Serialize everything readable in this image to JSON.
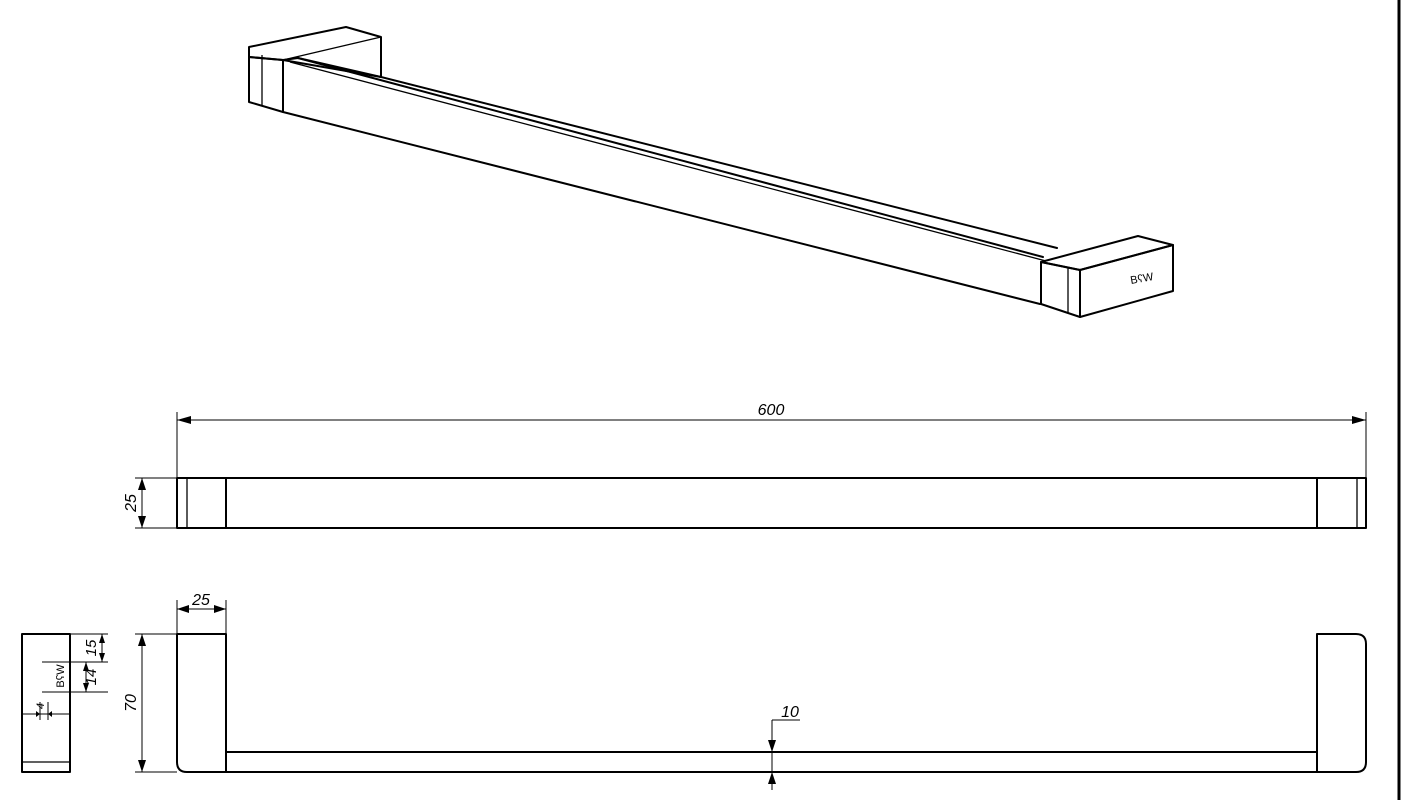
{
  "brand_mark": "BʕW",
  "dimensions": {
    "overall_length": "600",
    "bar_depth_plan": "25",
    "bracket_width": "25",
    "projection": "70",
    "bar_thickness": "10",
    "side_top_offset": "15",
    "side_logo_height": "14",
    "side_logo_small": "4"
  }
}
